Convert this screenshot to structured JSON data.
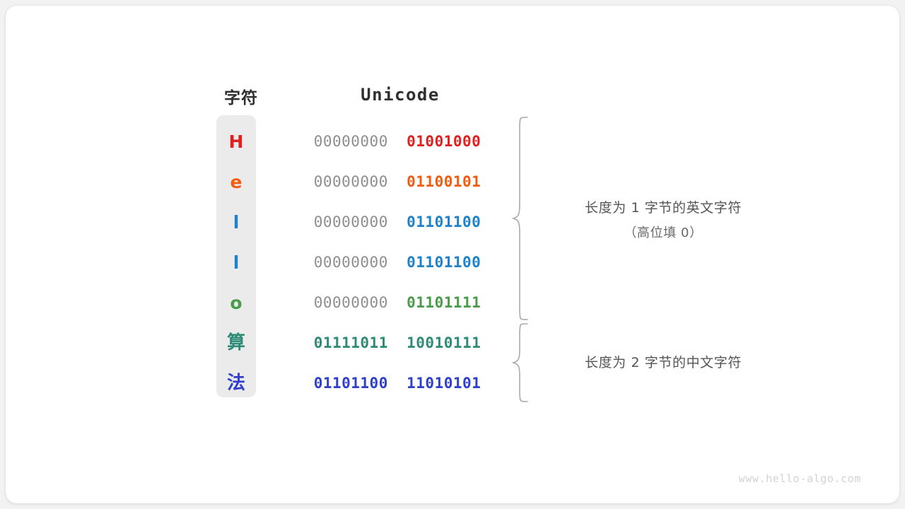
{
  "page": {
    "background": "#f2f2f2",
    "card_background": "#ffffff",
    "watermark": "www.hello-algo.com"
  },
  "headers": {
    "character": "字符",
    "unicode": "Unicode"
  },
  "palette": {
    "red": "#e01f1f",
    "orange": "#f25c12",
    "blue": "#1f82c8",
    "green": "#4a9b4a",
    "teal": "#2e8b76",
    "indigo": "#2f3fcc",
    "gray_high_bits": "#8e8e8e",
    "capsule": "#ebebeb",
    "note_text": "#555555",
    "brace": "#aaaaaa"
  },
  "rows": [
    {
      "char": "H",
      "color": "#e01f1f",
      "high": "00000000",
      "low": "01001000",
      "low_color": "#e01f1f",
      "high_color": "#8e8e8e",
      "cjk": false
    },
    {
      "char": "e",
      "color": "#f25c12",
      "high": "00000000",
      "low": "01100101",
      "low_color": "#f25c12",
      "high_color": "#8e8e8e",
      "cjk": false
    },
    {
      "char": "l",
      "color": "#1f82c8",
      "high": "00000000",
      "low": "01101100",
      "low_color": "#1f82c8",
      "high_color": "#8e8e8e",
      "cjk": false
    },
    {
      "char": "l",
      "color": "#1f82c8",
      "high": "00000000",
      "low": "01101100",
      "low_color": "#1f82c8",
      "high_color": "#8e8e8e",
      "cjk": false
    },
    {
      "char": "o",
      "color": "#4a9b4a",
      "high": "00000000",
      "low": "01101111",
      "low_color": "#4a9b4a",
      "high_color": "#8e8e8e",
      "cjk": false
    },
    {
      "char": "算",
      "color": "#2e8b76",
      "high": "01111011",
      "low": "10010111",
      "low_color": "#2e8b76",
      "high_color": "#2e8b76",
      "cjk": true
    },
    {
      "char": "法",
      "color": "#2f3fcc",
      "high": "01101100",
      "low": "11010101",
      "low_color": "#2f3fcc",
      "high_color": "#2f3fcc",
      "cjk": true
    }
  ],
  "annotations": {
    "ascii": {
      "line1": "长度为 1 字节的英文字符",
      "line2": "（高位填 0）"
    },
    "cjk": {
      "line1": "长度为 2 字节的中文字符"
    }
  }
}
